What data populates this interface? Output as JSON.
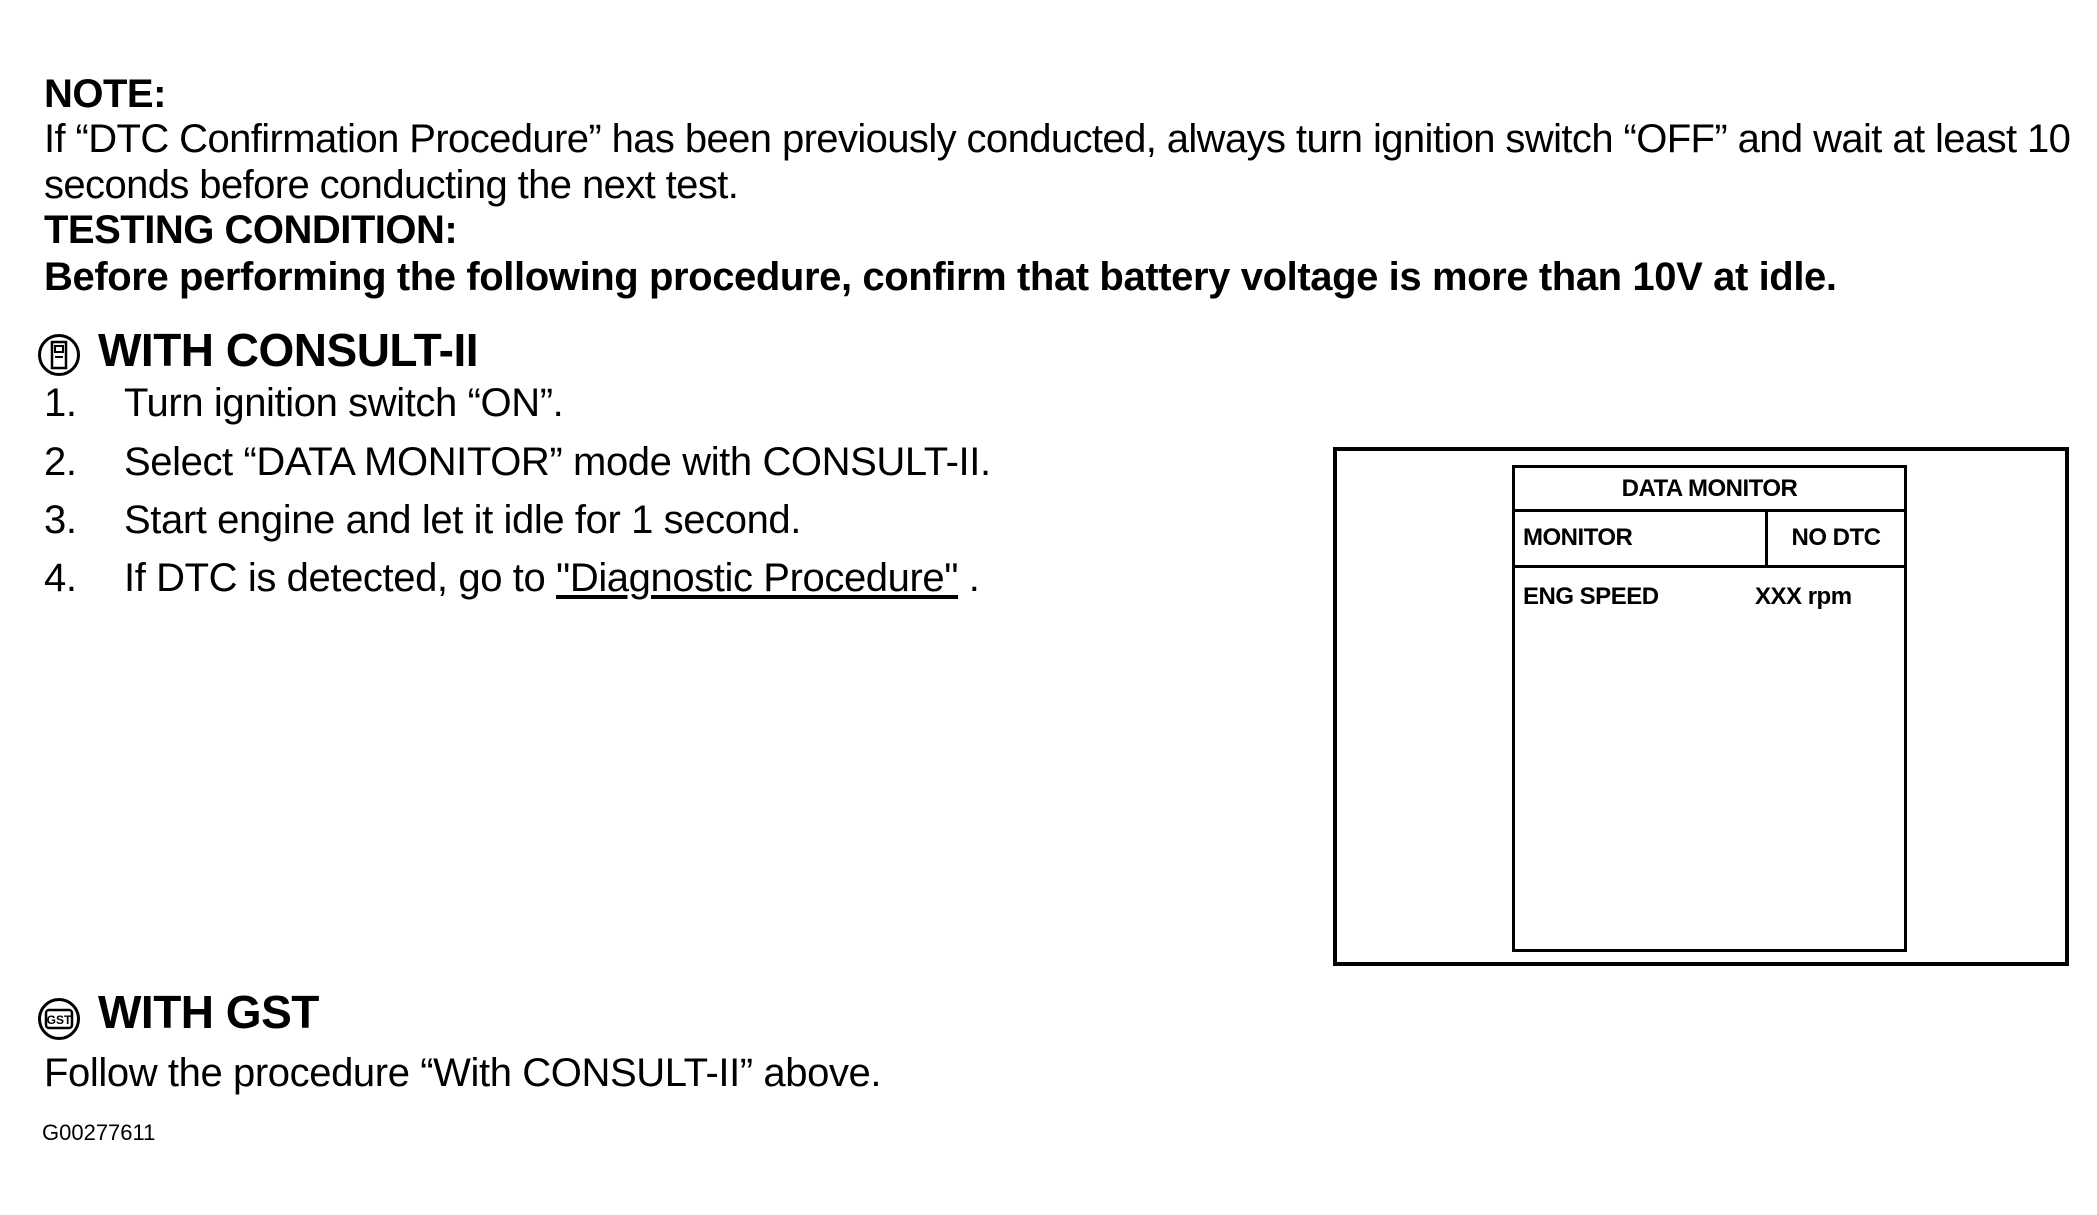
{
  "note": {
    "title": "NOTE:",
    "body": "If “DTC Confirmation Procedure” has been previously conducted, always turn ignition switch “OFF” and wait at least 10 seconds before conducting the next test."
  },
  "testing_condition": {
    "title": "TESTING CONDITION:",
    "body": "Before performing the following procedure, confirm that battery voltage is more than 10V at idle."
  },
  "with_consult": {
    "icon": "consult-tool-icon",
    "heading": "WITH CONSULT-II",
    "steps": [
      {
        "num": "1.",
        "text": "Turn ignition switch “ON”."
      },
      {
        "num": "2.",
        "text": "Select “DATA MONITOR” mode with CONSULT-II."
      },
      {
        "num": "3.",
        "text": "Start engine and let it idle for 1 second."
      },
      {
        "num": "4.",
        "text_before": "If DTC is detected, go to ",
        "link": "\"Diagnostic Procedure\"",
        "text_after": " ."
      }
    ]
  },
  "data_monitor": {
    "title": "DATA MONITOR",
    "col_monitor": "MONITOR",
    "col_status": "NO DTC",
    "item_name": "ENG SPEED",
    "item_value": "XXX rpm"
  },
  "with_gst": {
    "icon": "gst-tool-icon",
    "heading": "WITH GST",
    "body": "Follow the procedure “With CONSULT-II” above."
  },
  "figure_id": "G00277611"
}
